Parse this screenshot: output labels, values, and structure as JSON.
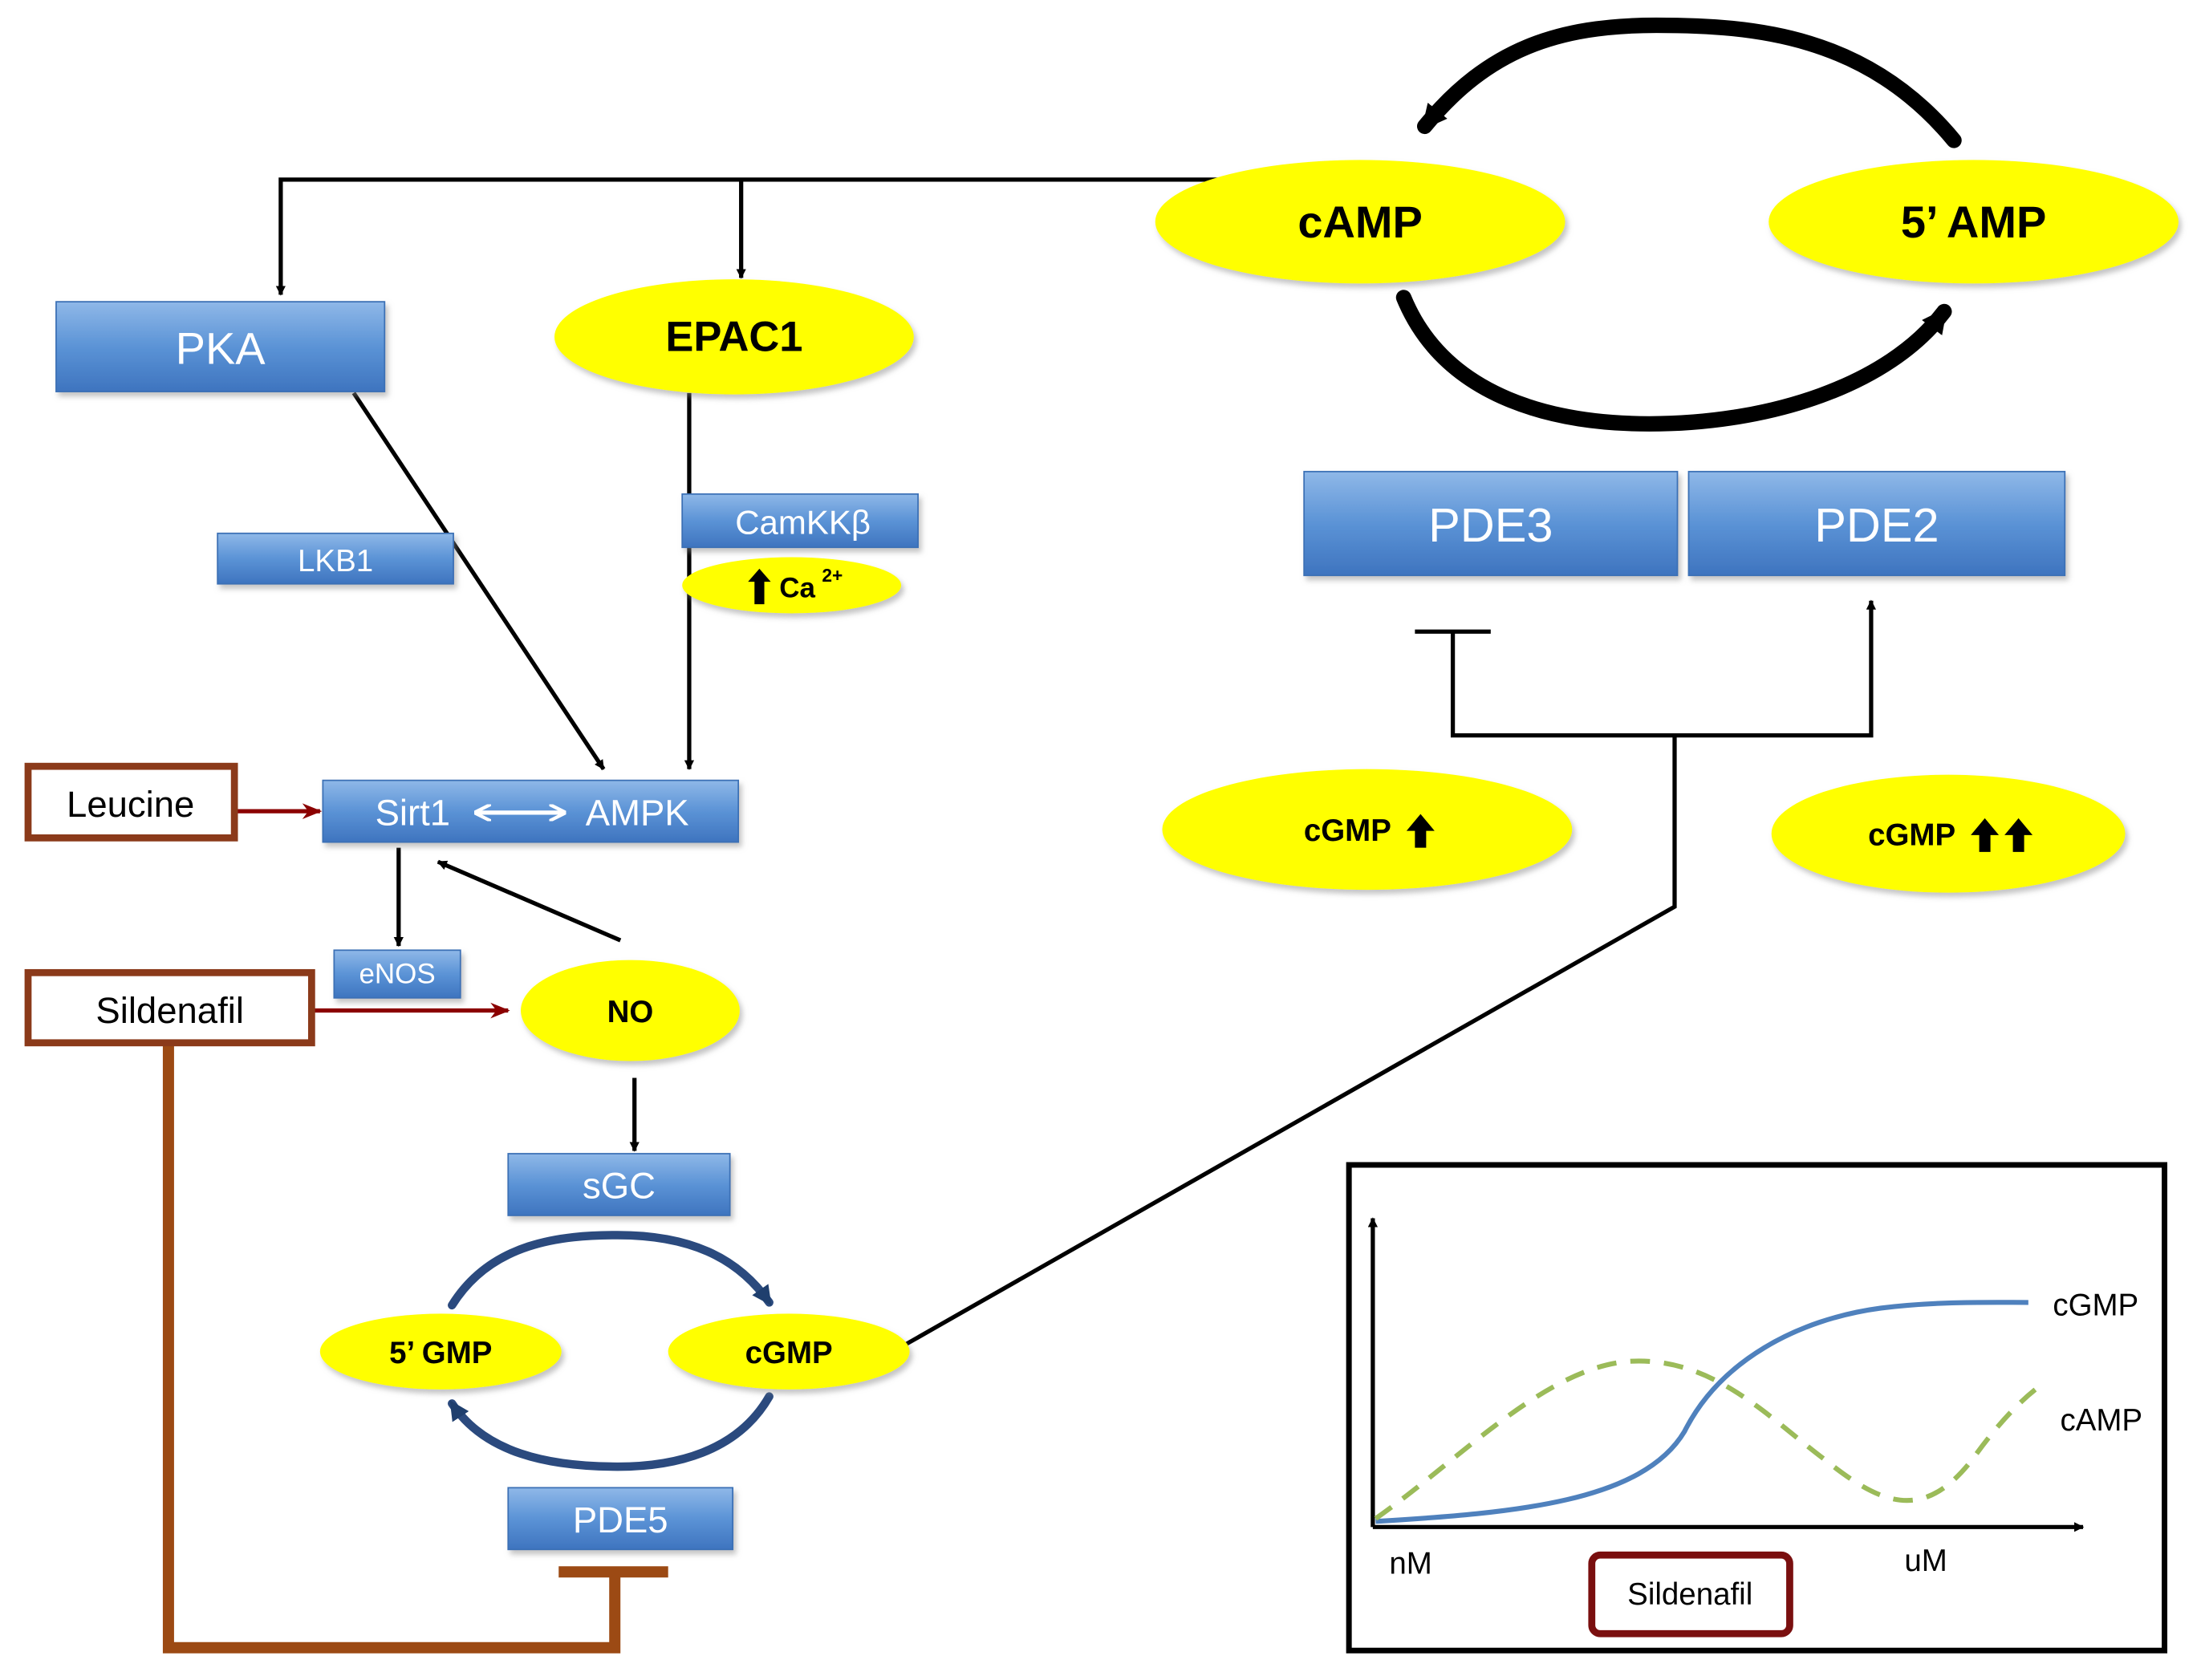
{
  "nodes": {
    "pka": "PKA",
    "epac1": "EPAC1",
    "camp": "cAMP",
    "amp5": "5’ AMP",
    "lkb1": "LKB1",
    "camkkb": "CamKKβ",
    "ca": "Ca",
    "ca_sup": "2+",
    "pde3": "PDE3",
    "pde2": "PDE2",
    "leucine": "Leucine",
    "sirt1": "Sirt1",
    "ampk": "AMPK",
    "cgmp_up": "cGMP",
    "cgmp_upup": "cGMP",
    "enos": "eNOS",
    "sildenafil": "Sildenafil",
    "no": "NO",
    "sgc": "sGC",
    "gmp5": "5’ GMP",
    "cgmp": "cGMP",
    "pde5": "PDE5"
  },
  "inset": {
    "series_1": "cGMP",
    "series_2": "cAMP",
    "x_low": "nM",
    "x_high": "uM",
    "x_label": "Sildenafil"
  },
  "colors": {
    "box_fill": "#5b9bd5",
    "oval_fill": "#ffff00",
    "brown_border": "#8b3a1a",
    "dark_red_arrow": "#8b0000",
    "curve_cgmp": "#4f81bd",
    "curve_camp": "#9bbb59"
  }
}
